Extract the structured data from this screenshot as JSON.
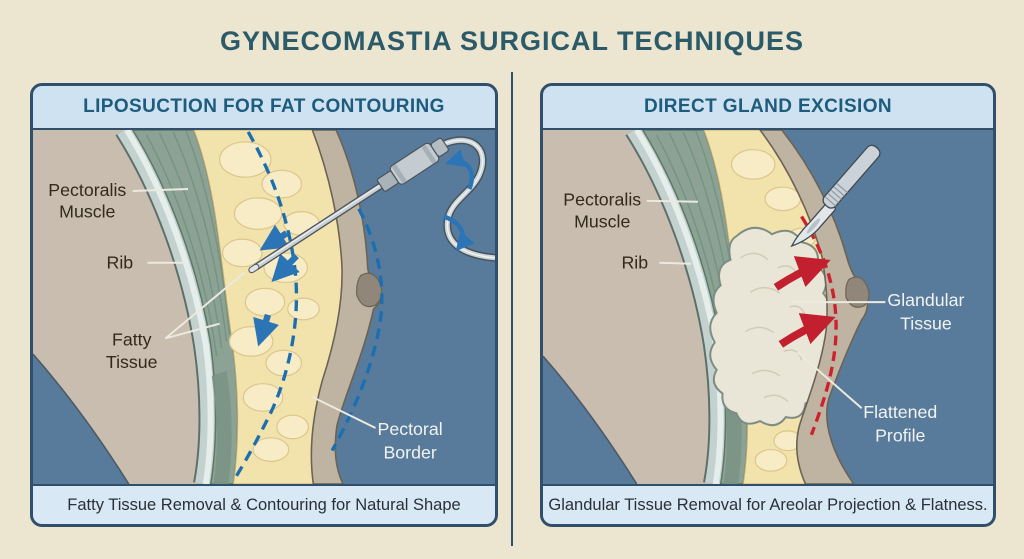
{
  "title": "GYNECOMASTIA SURGICAL TECHNIQUES",
  "panels": {
    "left": {
      "header": "LIPOSUCTION FOR FAT CONTOURING",
      "caption": "Fatty Tissue Removal & Contouring for Natural Shape",
      "labels": {
        "pectoralis": [
          "Pectoralis",
          "Muscle"
        ],
        "rib": "Rib",
        "fatty": [
          "Fatty",
          "Tissue"
        ],
        "pectoral_border": [
          "Pectoral",
          "Border"
        ]
      }
    },
    "right": {
      "header": "DIRECT GLAND EXCISION",
      "caption": "Glandular Tissue Removal for Areolar Projection & Flatness.",
      "labels": {
        "pectoralis": [
          "Pectoralis",
          "Muscle"
        ],
        "rib": "Rib",
        "glandular": [
          "Glandular",
          "Tissue"
        ],
        "flattened": [
          "Flattened",
          "Profile"
        ]
      }
    }
  },
  "colors": {
    "page-bg": "#ece5d0",
    "title-text": "#2b5a69",
    "panel-border": "#2f4f6b",
    "header-bg": "#cfe2f1",
    "header-text": "#1d5c7c",
    "footer-bg": "#d8e8f4",
    "caption-text": "#2b3038",
    "illo-bg": "#587b9c",
    "label-dark": "#33291d",
    "label-light": "#f2f3f0",
    "arrow-blue": "#2b74b6",
    "arrow-red": "#c2202e",
    "dash-blue": "#1b6fb0",
    "dash-red": "#cf202d"
  }
}
